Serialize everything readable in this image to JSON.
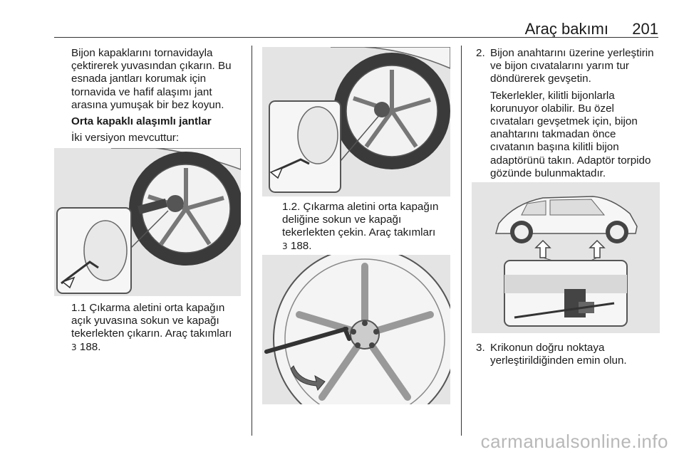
{
  "header": {
    "section_title": "Araç bakımı",
    "page_number": "201"
  },
  "col1": {
    "intro": "Bijon kapaklarını tornavidayla çektirerek yuvasından çıkarın. Bu esnada jantları korumak için tornavida ve hafif alaşımı jant arasına yumuşak bir bez koyun.",
    "heading": "Orta kapaklı alaşımlı jantlar",
    "versions": "İki versiyon mevcuttur:",
    "caption_1_1": "1.1 Çıkarma aletini orta kapağın açık yuvasına sokun ve kapağı tekerlekten çıkarın. Araç takımları",
    "ref_symbol": "3",
    "ref_page": "188."
  },
  "col2": {
    "caption_1_2": "1.2. Çıkarma aletini orta kapağın deliğine sokun ve kapağı tekerlekten çekin. Araç takımları",
    "ref_symbol": "3",
    "ref_page": "188."
  },
  "col3": {
    "step2_num": "2.",
    "step2_text": "Bijon anahtarını üzerine yerleştirin ve bijon cıvatalarını yarım tur döndürerek gevşetin.",
    "step2_note": "Tekerlekler, kilitli bijonlarla korunuyor olabilir. Bu özel cıvataları gevşetmek için, bijon anahtarını takmadan önce cıvatanın başına kilitli bijon adaptörünü takın. Adaptör torpido gözünde bulunmaktadır.",
    "step3_num": "3.",
    "step3_text": "Krikonun doğru noktaya yerleştirildiğinden emin olun."
  },
  "watermark": "carmanualsonline.info"
}
